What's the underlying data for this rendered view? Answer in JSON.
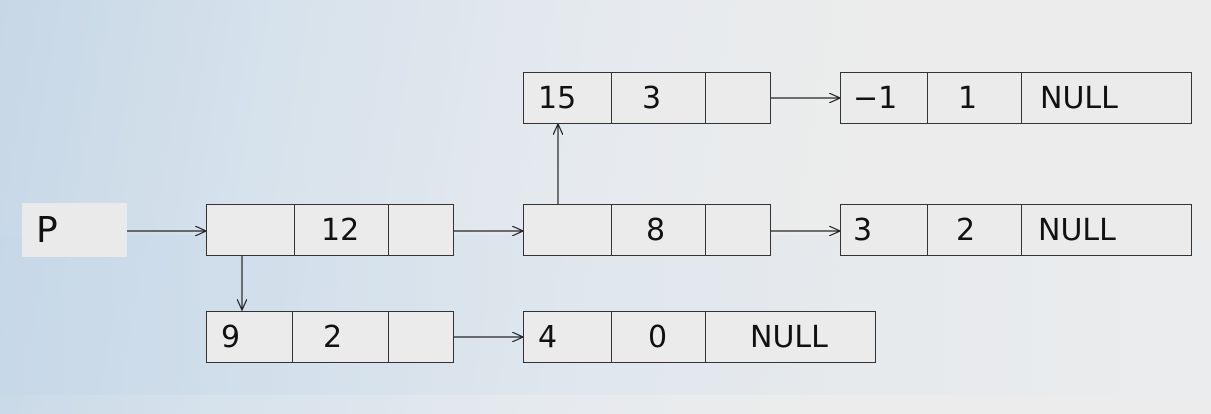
{
  "diagram": {
    "pointer_label": "P",
    "line_color": "#222222",
    "cell_fill": "#ebebeb",
    "nodes": [
      {
        "id": "n12",
        "cells": [
          "",
          "12",
          ""
        ]
      },
      {
        "id": "n8",
        "cells": [
          "",
          "8",
          ""
        ]
      },
      {
        "id": "n15",
        "cells": [
          "15",
          "3",
          ""
        ]
      },
      {
        "id": "nm1",
        "cells": [
          "−1",
          "1",
          "NULL"
        ]
      },
      {
        "id": "n3",
        "cells": [
          "3",
          "2",
          "NULL"
        ]
      },
      {
        "id": "n9",
        "cells": [
          "9",
          "2",
          ""
        ]
      },
      {
        "id": "n4",
        "cells": [
          "4",
          "0",
          "NULL"
        ]
      }
    ],
    "edges": [
      {
        "from": "P",
        "to": "n12"
      },
      {
        "from": "n12",
        "to": "n8"
      },
      {
        "from": "n12",
        "to": "n9"
      },
      {
        "from": "n8",
        "to": "n15"
      },
      {
        "from": "n8",
        "to": "n3"
      },
      {
        "from": "n15",
        "to": "nm1"
      },
      {
        "from": "n9",
        "to": "n4"
      }
    ]
  }
}
